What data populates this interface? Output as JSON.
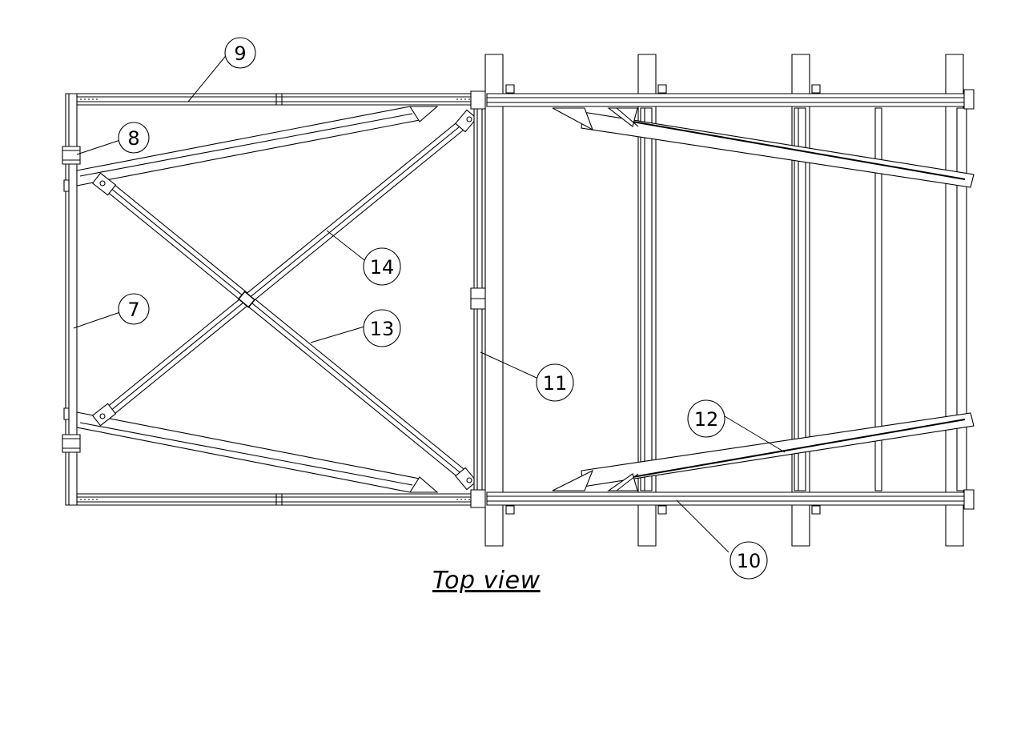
{
  "drawing": {
    "caption": "Top view",
    "callouts": [
      {
        "id": "9",
        "label": "9"
      },
      {
        "id": "8",
        "label": "8"
      },
      {
        "id": "7",
        "label": "7"
      },
      {
        "id": "14",
        "label": "14"
      },
      {
        "id": "13",
        "label": "13"
      },
      {
        "id": "11",
        "label": "11"
      },
      {
        "id": "12",
        "label": "12"
      },
      {
        "id": "10",
        "label": "10"
      }
    ]
  }
}
